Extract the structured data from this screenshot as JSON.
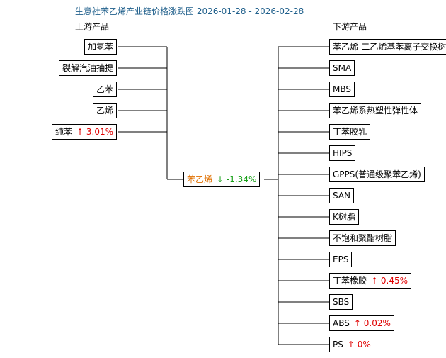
{
  "title": "生意社苯乙烯产业链价格涨跌图 2026-01-28 - 2026-02-28",
  "upstream_label": "上游产品",
  "downstream_label": "下游产品",
  "center": {
    "name": "苯乙烯",
    "arrow": "↓",
    "change": "-1.34%"
  },
  "upstream": [
    {
      "name": "加氢苯",
      "arrow": "",
      "change": ""
    },
    {
      "name": "裂解汽油抽提",
      "arrow": "",
      "change": ""
    },
    {
      "name": "乙苯",
      "arrow": "",
      "change": ""
    },
    {
      "name": "乙烯",
      "arrow": "",
      "change": ""
    },
    {
      "name": "纯苯",
      "arrow": "↑",
      "change": "3.01%"
    }
  ],
  "downstream": [
    {
      "name": "苯乙烯-二乙烯基苯离子交换树脂",
      "arrow": "",
      "change": ""
    },
    {
      "name": "SMA",
      "arrow": "",
      "change": ""
    },
    {
      "name": "MBS",
      "arrow": "",
      "change": ""
    },
    {
      "name": "苯乙烯系热塑性弹性体",
      "arrow": "",
      "change": ""
    },
    {
      "name": "丁苯胶乳",
      "arrow": "",
      "change": ""
    },
    {
      "name": "HIPS",
      "arrow": "",
      "change": ""
    },
    {
      "name": "GPPS(普通级聚苯乙烯)",
      "arrow": "",
      "change": ""
    },
    {
      "name": "SAN",
      "arrow": "",
      "change": ""
    },
    {
      "name": "K树脂",
      "arrow": "",
      "change": ""
    },
    {
      "name": "不饱和聚酯树脂",
      "arrow": "",
      "change": ""
    },
    {
      "name": "EPS",
      "arrow": "",
      "change": ""
    },
    {
      "name": "丁苯橡胶",
      "arrow": "↑",
      "change": "0.45%"
    },
    {
      "name": "SBS",
      "arrow": "",
      "change": ""
    },
    {
      "name": "ABS",
      "arrow": "↑",
      "change": "0.02%"
    },
    {
      "name": "PS",
      "arrow": "↑",
      "change": "0%"
    }
  ]
}
